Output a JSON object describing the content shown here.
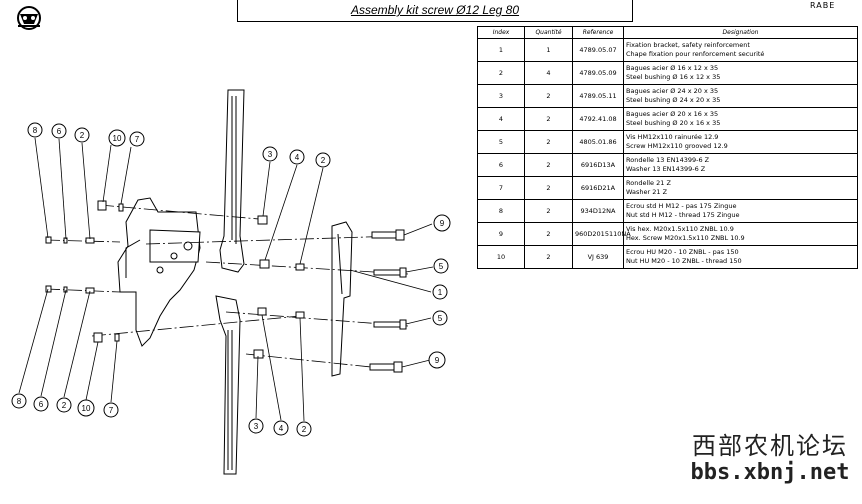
{
  "title": "Assembly kit screw Ø12 Leg 80",
  "brand": "RABE",
  "table": {
    "headers": [
      "Index",
      "Quantité",
      "Reference",
      "Designation"
    ],
    "rows": [
      {
        "index": "1",
        "qty": "1",
        "ref": "4789.05.07",
        "line1": "Fixation bracket, safety reinforcement",
        "line2": "Chape fixation pour renforcement securité"
      },
      {
        "index": "2",
        "qty": "4",
        "ref": "4789.05.09",
        "line1": "Bagues acier Ø 16 x 12 x 35",
        "line2": "Steel bushing Ø 16 x 12 x 35"
      },
      {
        "index": "3",
        "qty": "2",
        "ref": "4789.05.11",
        "line1": "Bagues acier Ø 24 x 20 x 35",
        "line2": "Steel bushing Ø 24 x 20 x 35"
      },
      {
        "index": "4",
        "qty": "2",
        "ref": "4792.41.08",
        "line1": "Bagues acier Ø 20 x 16 x 35",
        "line2": "Steel bushing Ø 20 x 16 x 35"
      },
      {
        "index": "5",
        "qty": "2",
        "ref": "4805.01.86",
        "line1": "Vis HM12x110 rainurée 12.9",
        "line2": "Screw HM12x110 grooved 12.9"
      },
      {
        "index": "6",
        "qty": "2",
        "ref": "6916D13A",
        "line1": "Rondelle 13 EN14399-6 Z",
        "line2": "Washer 13 EN14399-6 Z"
      },
      {
        "index": "7",
        "qty": "2",
        "ref": "6916D21A",
        "line1": "Rondelle 21 Z",
        "line2": "Washer 21 Z"
      },
      {
        "index": "8",
        "qty": "2",
        "ref": "934D12NA",
        "line1": "Ecrou std H M12 - pas 175 Zingue",
        "line2": "Nut std H M12 - thread 175 Zingue"
      },
      {
        "index": "9",
        "qty": "2",
        "ref": "960D2015110NA",
        "line1": "Vis hex. M20x1.5x110 ZNBL 10.9",
        "line2": "Hex. Screw M20x1.5x110 ZNBL 10.9"
      },
      {
        "index": "10",
        "qty": "2",
        "ref": "VJ 639",
        "line1": "Ecrou HU M20 - 10 ZNBL - pas 150",
        "line2": "Nut HU M20 - 10 ZNBL - thread 150"
      }
    ]
  },
  "callouts": [
    {
      "id": "c8a",
      "label": "8"
    },
    {
      "id": "c6a",
      "label": "6"
    },
    {
      "id": "c2a",
      "label": "2"
    },
    {
      "id": "c10a",
      "label": "10"
    },
    {
      "id": "c7a",
      "label": "7"
    },
    {
      "id": "c3a",
      "label": "3"
    },
    {
      "id": "c4a",
      "label": "4"
    },
    {
      "id": "c2b",
      "label": "2"
    },
    {
      "id": "c9a",
      "label": "9"
    },
    {
      "id": "c5a",
      "label": "5"
    },
    {
      "id": "c1a",
      "label": "1"
    },
    {
      "id": "c5b",
      "label": "5"
    },
    {
      "id": "c9b",
      "label": "9"
    },
    {
      "id": "c8b",
      "label": "8"
    },
    {
      "id": "c6b",
      "label": "6"
    },
    {
      "id": "c2c",
      "label": "2"
    },
    {
      "id": "c10b",
      "label": "10"
    },
    {
      "id": "c7b",
      "label": "7"
    },
    {
      "id": "c3b",
      "label": "3"
    },
    {
      "id": "c4b",
      "label": "4"
    },
    {
      "id": "c2d",
      "label": "2"
    }
  ],
  "watermark": {
    "line1": "西部农机论坛",
    "line2": "bbs.xbnj.net"
  }
}
